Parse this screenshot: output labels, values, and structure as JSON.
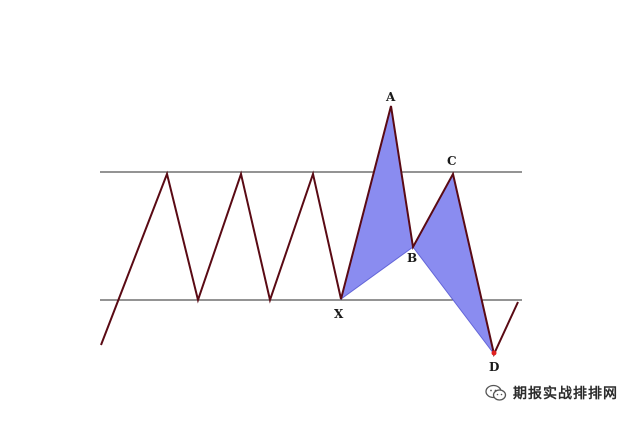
{
  "pattern_points": {
    "X": "X",
    "A": "A",
    "B": "B",
    "C": "C",
    "D": "D"
  },
  "colors": {
    "price_line": "#5a0a14",
    "range_line": "#2a2a2a",
    "fill_shade": "#8a8cf0",
    "fill_edge": "#6466d8",
    "point_d": "#e02020"
  },
  "watermark": {
    "text": "期报实战排排网",
    "icon": "wechat-logo-icon"
  }
}
